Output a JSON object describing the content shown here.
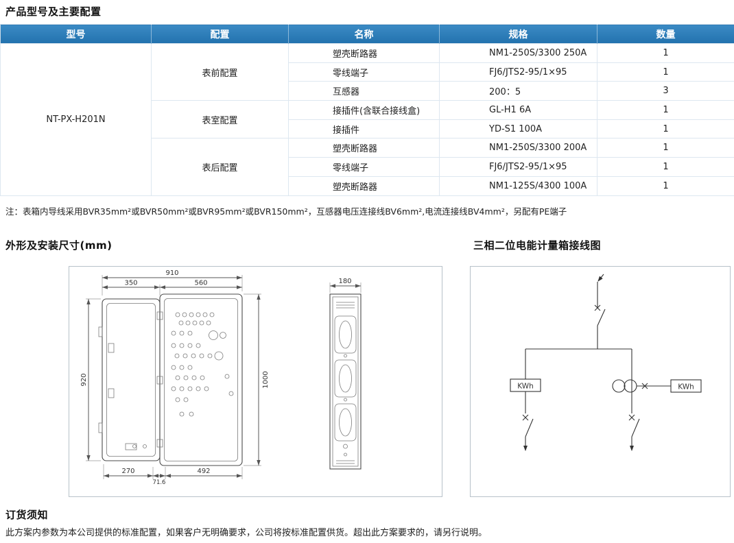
{
  "page": {
    "title": "产品型号及主要配置",
    "note": "注：表箱内导线采用BVR35mm²或BVR50mm²或BVR95mm²或BVR150mm²，互感器电压连接线BV6mm²,电流连接线BV4mm²，另配有PE端子",
    "dimensions_title": "外形及安装尺寸(mm)",
    "wiring_title": "三相二位电能计量箱接线图",
    "order_title": "订货须知",
    "order_text": "此方案内参数为本公司提供的标准配置，如果客户无明确要求，公司将按标准配置供货。超出此方案要求的，请另行说明。"
  },
  "colors": {
    "header_bg": "#2b7ab8"
  },
  "table": {
    "headers": [
      "型号",
      "配置",
      "名称",
      "规格",
      "数量"
    ],
    "model": "NT-PX-H201N",
    "groups": [
      {
        "config": "表前配置",
        "rows": [
          {
            "name": "塑壳断路器",
            "spec": "NM1-250S/3300 250A",
            "qty": "1"
          },
          {
            "name": "零线端子",
            "spec": "FJ6/JTS2-95/1×95",
            "qty": "1"
          },
          {
            "name": "互感器",
            "spec": "200：5",
            "qty": "3"
          }
        ]
      },
      {
        "config": "表室配置",
        "rows": [
          {
            "name": "接插件(含联合接线盒)",
            "spec": "GL-H1 6A",
            "qty": "1"
          },
          {
            "name": "接插件",
            "spec": "YD-S1 100A",
            "qty": "1"
          }
        ]
      },
      {
        "config": "表后配置",
        "rows": [
          {
            "name": "塑壳断路器",
            "spec": "NM1-250S/3300 200A",
            "qty": "1"
          },
          {
            "name": "零线端子",
            "spec": "FJ6/JTS2-95/1×95",
            "qty": "1"
          },
          {
            "name": "塑壳断路器",
            "spec": "NM1-125S/4300 100A",
            "qty": "1"
          }
        ]
      }
    ]
  },
  "drawing": {
    "d910": "910",
    "d350": "350",
    "d560": "560",
    "d180": "180",
    "d920": "920",
    "d1000": "1000",
    "d270": "270",
    "d716": "71.6",
    "d492": "492"
  },
  "wiring": {
    "kwh_left": "KWh",
    "kwh_right": "KWh"
  }
}
